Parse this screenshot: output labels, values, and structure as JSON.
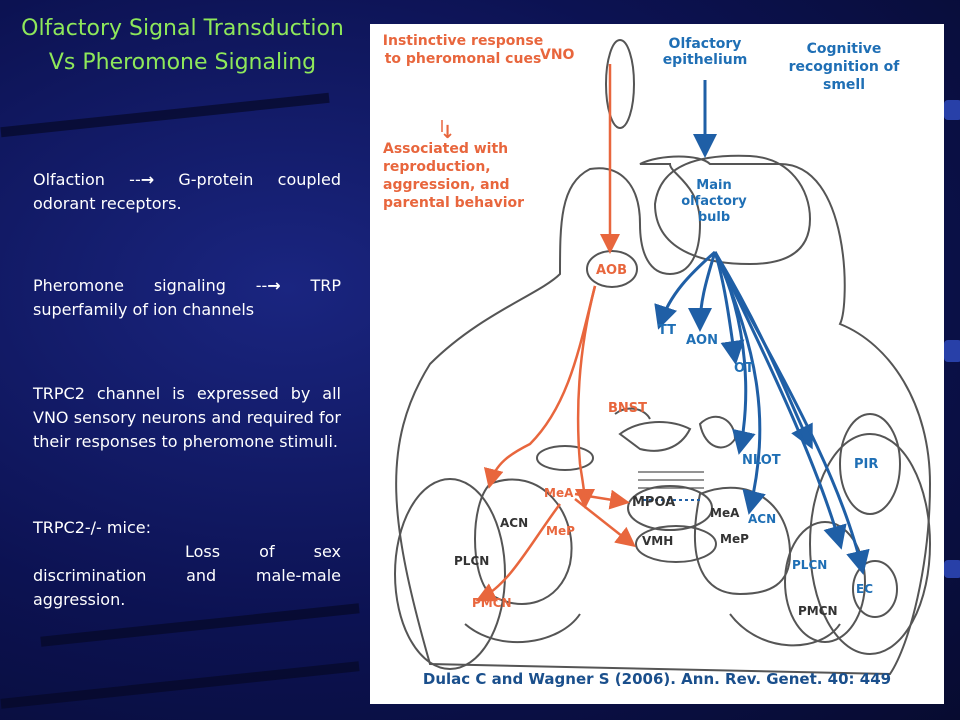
{
  "slide": {
    "title_line1": "Olfactory Signal Transduction",
    "title_line2": "Vs Pheromone Signaling",
    "p1_a": "Olfaction --",
    "p1_b": " G-protein coupled odorant receptors.",
    "p2_a": "Pheromone signaling --",
    "p2_b": " TRP superfamily of ion channels",
    "p3": "TRPC2 channel is expressed by all VNO sensory neurons and required for their responses to pheromone stimuli.",
    "p4_line1": "TRPC2-/- mice:",
    "p4_line2": "Loss of sex discrimination and male-male aggression.",
    "arrow_glyph": "→"
  },
  "figure": {
    "instinctive": "Instinctive response to pheromonal cues",
    "associated": "Associated with reproduction, aggression, and parental behavior",
    "cognitive": "Cognitive recognition of smell",
    "citation": "Dulac C and Wagner S (2006). Ann. Rev. Genet. 40: 449",
    "labels": {
      "vno": "VNO",
      "olfactory_epithelium_1": "Olfactory",
      "olfactory_epithelium_2": "epithelium",
      "mob_1": "Main",
      "mob_2": "olfactory",
      "mob_3": "bulb",
      "aob": "AOB",
      "tt": "TT",
      "aon": "AON",
      "ot": "OT",
      "bnst": "BNST",
      "nlot": "NLOT",
      "pir": "PIR",
      "mea_left": "MeA",
      "mep_left": "MeP",
      "acn_left": "ACN",
      "plcn_left": "PLCN",
      "pmcn_left": "PMCN",
      "mpoa": "MPOA",
      "vmh": "VMH",
      "mea_right": "MeA",
      "mep_right": "MeP",
      "acn_right": "ACN",
      "plcn_right": "PLCN",
      "pmcn_right": "PMCN",
      "ec": "EC"
    },
    "colors": {
      "orange": "#e8663d",
      "blue": "#1f5fa6",
      "outline": "#555555"
    }
  }
}
